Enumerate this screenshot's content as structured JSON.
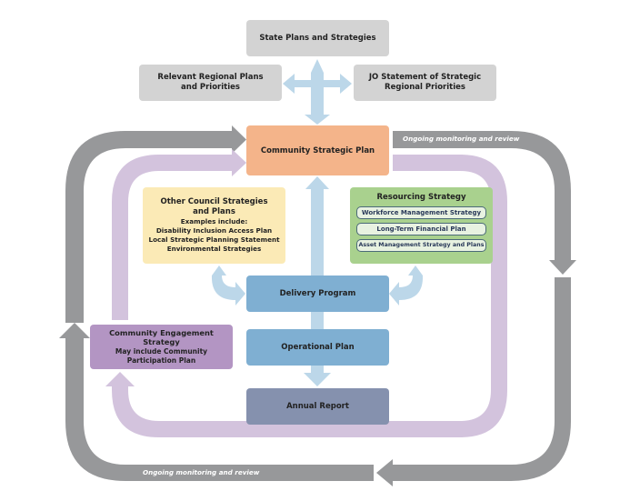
{
  "diagram": {
    "state_plans": "State Plans and Strategies",
    "regional_plans": "Relevant Regional Plans\nand Priorities",
    "jo_statement": "JO Statement of Strategic\nRegional Priorities",
    "csp": "Community Strategic Plan",
    "other_strategies": {
      "title": "Other Council Strategies\nand Plans",
      "subtitle": "Examples include:",
      "items": [
        "Disability Inclusion Access Plan",
        "Local Strategic Planning Statement",
        "Environmental Strategies"
      ]
    },
    "resourcing": {
      "title": "Resourcing Strategy",
      "items": [
        "Workforce Management Strategy",
        "Long-Term Financial Plan",
        "Asset Management Strategy and Plans"
      ]
    },
    "delivery_program": "Delivery Program",
    "operational_plan": "Operational Plan",
    "annual_report": "Annual Report",
    "engagement": {
      "title": "Community Engagement Strategy",
      "subtitle": "May include Community\nParticipation Plan"
    },
    "monitoring_top": "Ongoing monitoring and review",
    "monitoring_bottom": "Ongoing monitoring and review",
    "colors": {
      "gray_loop": "#97989a",
      "lavender_loop": "#d3c3dd",
      "light_blue_arrow": "#bcd7e9",
      "gray_box": "#d3d3d3",
      "csp": "#f4b48a",
      "blue_box": "#7fafd2",
      "annual_report": "#8591ae",
      "yellow_box": "#fbeab6",
      "green_box": "#a9d18e",
      "purple_box": "#b395c3"
    }
  }
}
